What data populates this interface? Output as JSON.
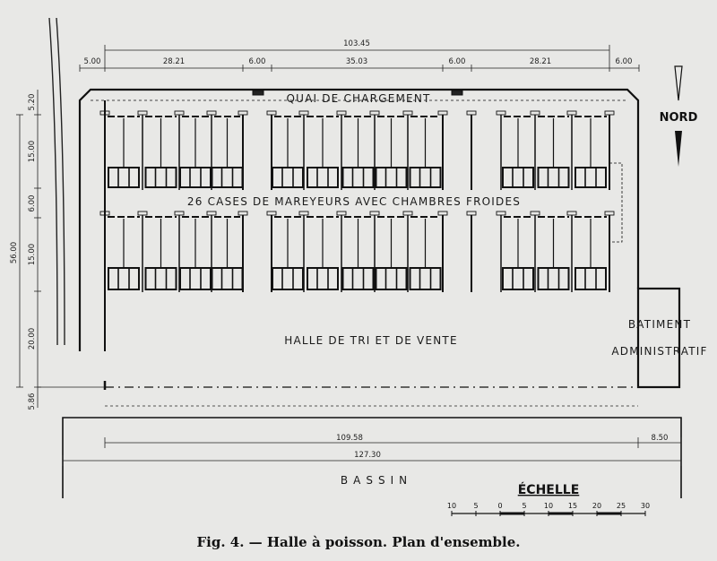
{
  "dimensions": {
    "total_top": "103.45",
    "top_segments": [
      "5.00",
      "28.21",
      "6.00",
      "35.03",
      "6.00",
      "28.21",
      "6.00"
    ],
    "left_segments": [
      "5.20",
      "15.00",
      "6.00",
      "15.00",
      "20.00",
      "5.86"
    ],
    "left_total": "56.00",
    "bottom_length": "109.58",
    "bottom_right": "8.50",
    "bottom_total": "127.30"
  },
  "labels": {
    "quai": "QUAI DE CHARGEMENT",
    "cases": "26 CASES DE MAREYEURS AVEC CHAMBRES FROIDES",
    "halle": "HALLE DE TRI ET DE VENTE",
    "batiment_line1": "BATIMENT",
    "batiment_line2": "ADMINISTRATIF",
    "bassin": "BASSIN",
    "north": "NORD"
  },
  "scale": {
    "title": "ÉCHELLE",
    "ticks": [
      "10",
      "5",
      "0",
      "5",
      "10",
      "15",
      "20",
      "25",
      "30"
    ]
  },
  "caption": "Fig. 4. — Halle à poisson. Plan d'ensemble."
}
